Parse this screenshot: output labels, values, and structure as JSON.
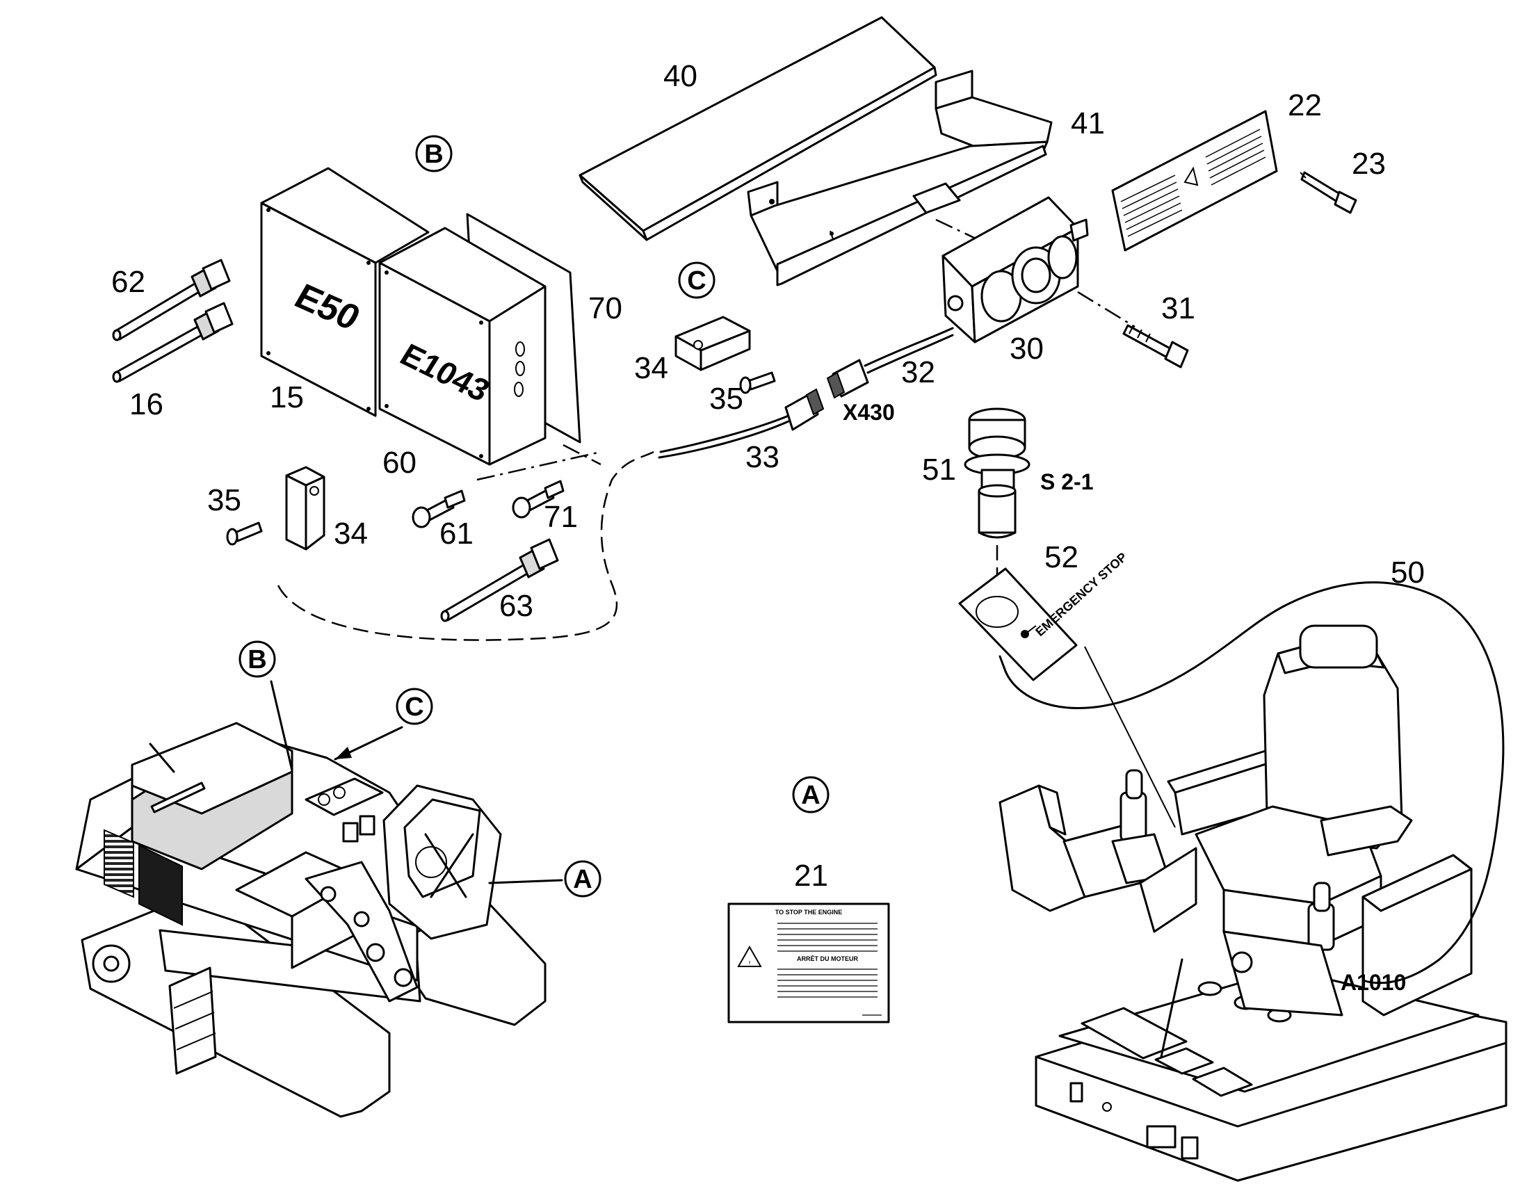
{
  "view_labels": {
    "A": "A",
    "B": "B",
    "C": "C"
  },
  "parts": {
    "p15": "15",
    "p16": "16",
    "p21": "21",
    "p22": "22",
    "p23": "23",
    "p30": "30",
    "p31": "31",
    "p32": "32",
    "p33": "33",
    "p34a": "34",
    "p34b": "34",
    "p35a": "35",
    "p35b": "35",
    "p40": "40",
    "p41": "41",
    "p50": "50",
    "p51": "51",
    "p52": "52",
    "p60": "60",
    "p61": "61",
    "p62": "62",
    "p63": "63",
    "p70": "70",
    "p71": "71"
  },
  "codes": {
    "e50": "E50",
    "e1043": "E1043",
    "x430": "X430",
    "s21": "S 2-1",
    "a1010": "A1010"
  },
  "sticker_52": "EMERGENCY STOP",
  "label_21": {
    "title_en": "TO STOP THE ENGINE",
    "title_fr": "ARRÊT DU MOTEUR"
  }
}
